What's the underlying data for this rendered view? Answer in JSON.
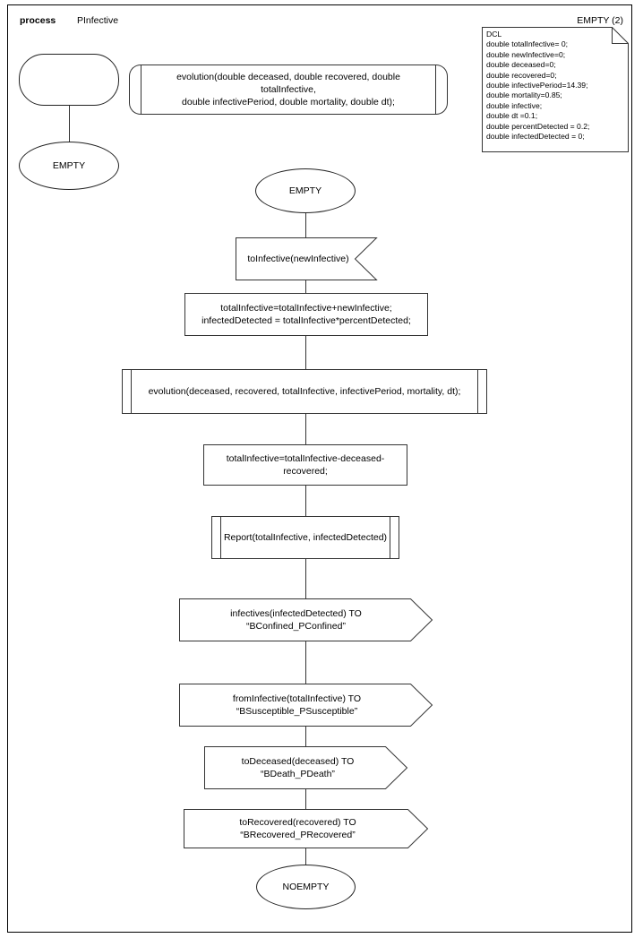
{
  "diagram": {
    "kind": "sdl-process-diagram",
    "header": {
      "keyword": "process",
      "name": "PInfective",
      "page_label": "EMPTY (2)"
    },
    "declaration": {
      "note_title": "DCL",
      "note_text": "DCL\ndouble totalInfective= 0;\ndouble newInfective=0;\ndouble deceased=0;\ndouble recovered=0;\ndouble infectivePeriod=14.39;\ndouble mortality=0.85;\ndouble infective;\ndouble dt =0.1;\ndouble percentDetected = 0.2;\ndouble infectedDetected = 0;",
      "variables": [
        {
          "type": "double",
          "name": "totalInfective",
          "value": "0"
        },
        {
          "type": "double",
          "name": "newInfective",
          "value": "0"
        },
        {
          "type": "double",
          "name": "deceased",
          "value": "0"
        },
        {
          "type": "double",
          "name": "recovered",
          "value": "0"
        },
        {
          "type": "double",
          "name": "infectivePeriod",
          "value": "14.39"
        },
        {
          "type": "double",
          "name": "mortality",
          "value": "0.85"
        },
        {
          "type": "double",
          "name": "infective",
          "value": ""
        },
        {
          "type": "double",
          "name": "dt",
          "value": "0.1"
        },
        {
          "type": "double",
          "name": "percentDetected",
          "value": "0.2"
        },
        {
          "type": "double",
          "name": "infectedDetected",
          "value": "0"
        }
      ]
    },
    "init_branch": {
      "start_label": "",
      "state_label": "EMPTY",
      "procedure_declaration": "evolution(double deceased, double recovered, double totalInfective,\ndouble infectivePeriod, double mortality, double dt);"
    },
    "main_flow": [
      {
        "id": "state-empty",
        "type": "state",
        "label": "EMPTY"
      },
      {
        "id": "input-toinfective",
        "type": "input",
        "label": "toInfective(newInfective)"
      },
      {
        "id": "task-update",
        "type": "task",
        "label": "totalInfective=totalInfective+newInfective;\ninfectedDetected = totalInfective*percentDetected;"
      },
      {
        "id": "proc-evolution",
        "type": "procedure",
        "label": "evolution(deceased, recovered, totalInfective, infectivePeriod, mortality, dt);"
      },
      {
        "id": "task-subtract",
        "type": "task",
        "label": "totalInfective=totalInfective-deceased-recovered;"
      },
      {
        "id": "proc-report",
        "type": "procedure",
        "label": "Report(totalInfective, infectedDetected)"
      },
      {
        "id": "out-confined",
        "type": "output",
        "label": "infectives(infectedDetected) TO “BConfined_PConfined”"
      },
      {
        "id": "out-susceptible",
        "type": "output",
        "label": "fromInfective(totalInfective) TO “BSusceptible_PSusceptible”"
      },
      {
        "id": "out-death",
        "type": "output",
        "label": "toDeceased(deceased) TO “BDeath_PDeath”"
      },
      {
        "id": "out-recovered",
        "type": "output",
        "label": "toRecovered(recovered) TO “BRecovered_PRecovered”"
      },
      {
        "id": "state-noempty",
        "type": "state",
        "label": "NOEMPTY"
      }
    ],
    "colors": {
      "stroke": "#333333",
      "text": "#000000",
      "background": "#ffffff",
      "frame": "#000000"
    }
  }
}
